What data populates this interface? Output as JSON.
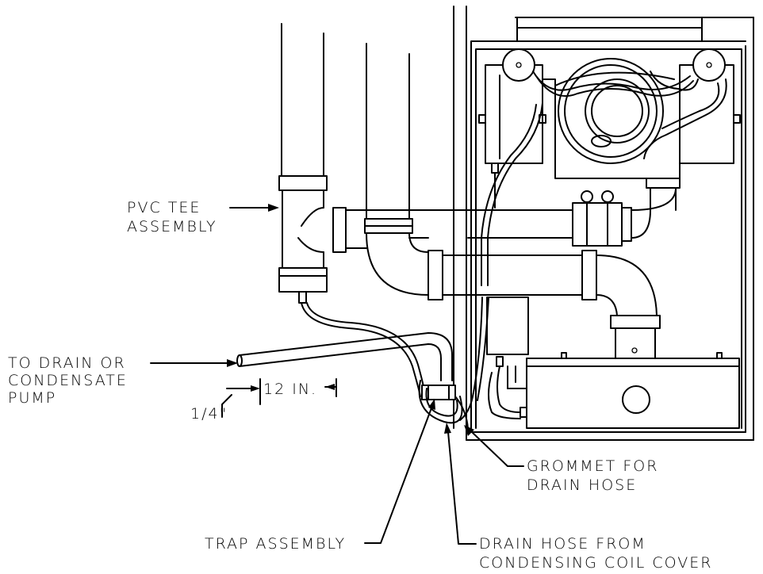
{
  "labels": {
    "pvc_tee": [
      "PVC TEE",
      "ASSEMBLY"
    ],
    "drain": [
      "TO DRAIN OR",
      "CONDENSATE",
      "PUMP"
    ],
    "dim_12": "12 IN.",
    "dim_quarter": "1/4\"",
    "grommet": [
      "GROMMET FOR",
      "DRAIN HOSE"
    ],
    "trap": "TRAP ASSEMBLY",
    "drain_hose": [
      "DRAIN HOSE FROM",
      "CONDENSING COIL COVER"
    ]
  }
}
